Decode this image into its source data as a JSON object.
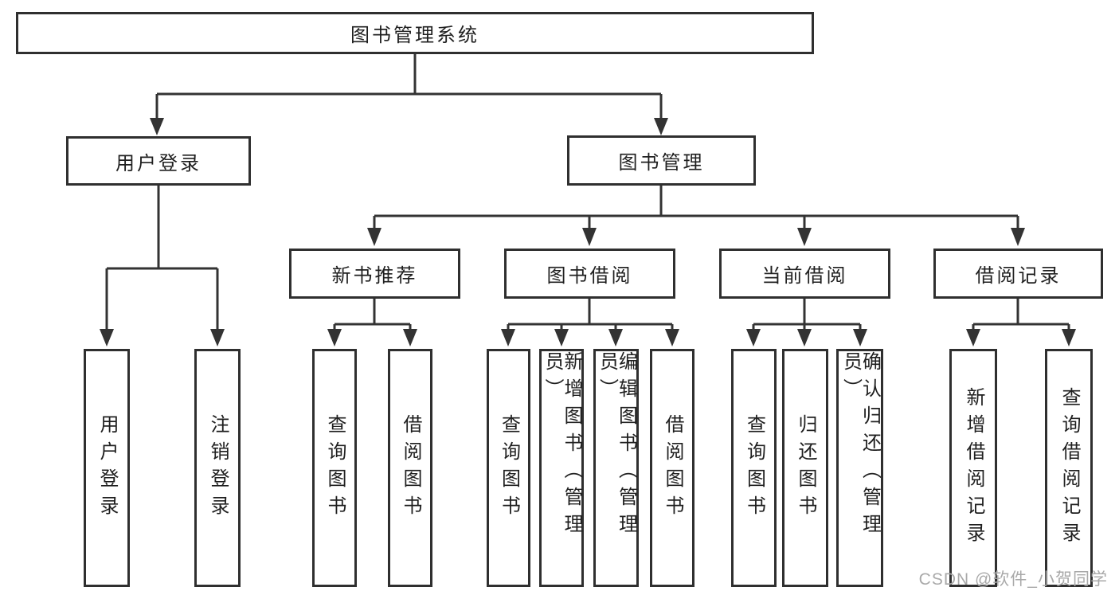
{
  "diagram": {
    "root": {
      "label": "图书管理系统"
    },
    "branches": [
      {
        "label": "用户登录",
        "children": [
          {
            "label": "用户登录"
          },
          {
            "label": "注销登录"
          }
        ]
      },
      {
        "label": "图书管理",
        "groups": [
          {
            "label": "新书推荐",
            "children": [
              {
                "label": "查询图书"
              },
              {
                "label": "借阅图书"
              }
            ]
          },
          {
            "label": "图书借阅",
            "children": [
              {
                "label": "查询图书"
              },
              {
                "label": "新增图书（管理员）"
              },
              {
                "label": "编辑图书（管理员）"
              },
              {
                "label": "借阅图书"
              }
            ]
          },
          {
            "label": "当前借阅",
            "children": [
              {
                "label": "查询图书"
              },
              {
                "label": "归还图书"
              },
              {
                "label": "确认归还（管理员）"
              }
            ]
          },
          {
            "label": "借阅记录",
            "children": [
              {
                "label": "新增借阅记录"
              },
              {
                "label": "查询借阅记录"
              }
            ]
          }
        ]
      }
    ]
  },
  "watermark": {
    "text": "CSDN @软件_小贺同学"
  },
  "colors": {
    "line": "#333333",
    "box_border": "#2f2f2f",
    "box_bg": "#ffffff",
    "text": "#1f1f1f",
    "watermark": "#a9a9a9",
    "background": "#ffffff"
  }
}
